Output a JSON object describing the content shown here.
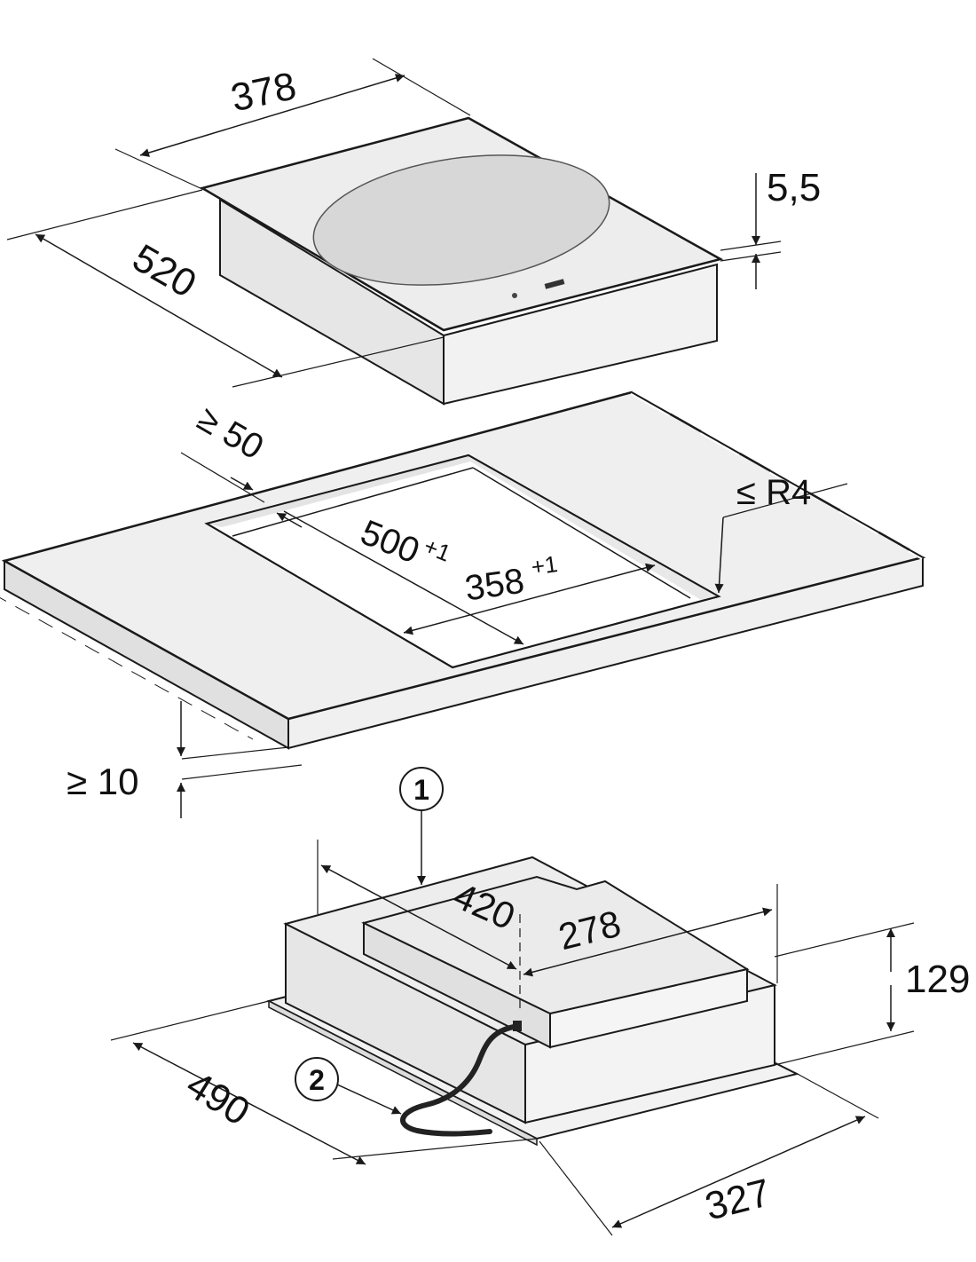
{
  "colors": {
    "line": "#1a1a1a",
    "surface": "#ededed",
    "surface_light": "#f6f6f6",
    "side": "#e2e2e2",
    "cooking_zone": "#d7d7d7",
    "white": "#ffffff",
    "cable": "#222222"
  },
  "hob": {
    "width": "378",
    "depth": "520",
    "overhang": "5,5"
  },
  "cutout": {
    "min_edge_distance": "≥ 50",
    "corner_radius": "≤ R4",
    "depth_main": "500",
    "depth_tol": "+1",
    "width_main": "358",
    "width_tol": "+1",
    "min_clearance": "≥ 10"
  },
  "base_unit": {
    "depth": "420",
    "width": "278",
    "height": "129",
    "plate_depth": "490",
    "plate_width": "327"
  },
  "callouts": {
    "one": "1",
    "two": "2"
  }
}
